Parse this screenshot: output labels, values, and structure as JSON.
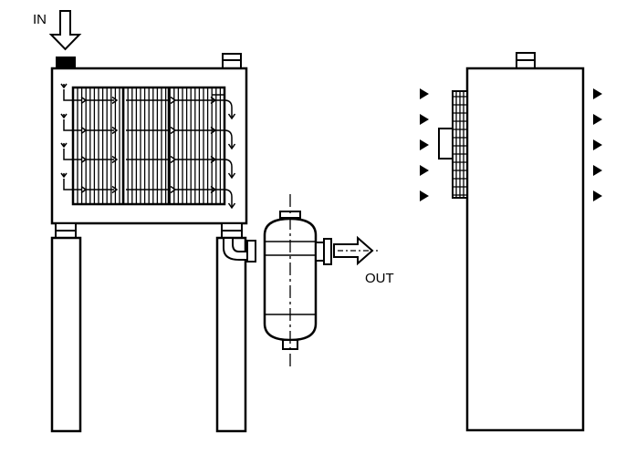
{
  "labels": {
    "inlet": "IN",
    "outlet": "OUT"
  },
  "colors": {
    "stroke": "#000000",
    "background": "#ffffff"
  },
  "icons": {
    "inlet_arrow": "hollow-down-arrow",
    "outlet_arrow": "hollow-right-arrow",
    "airflow_markers": "filled-right-triangle"
  }
}
